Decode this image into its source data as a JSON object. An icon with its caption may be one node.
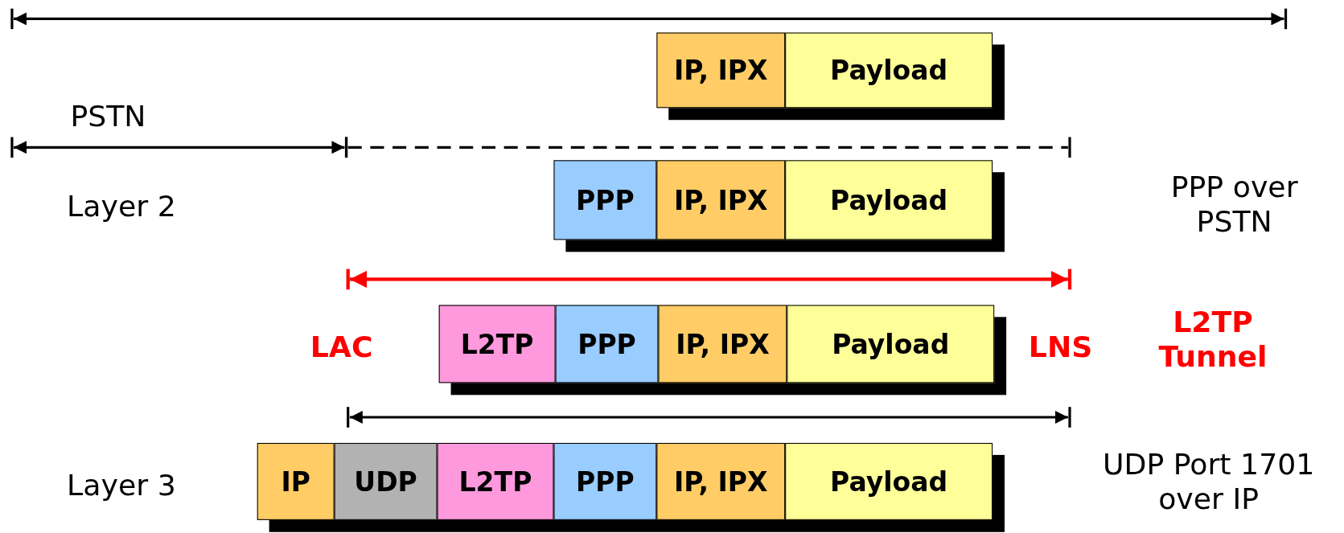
{
  "diagram": {
    "nodes": [
      {
        "text": [
          "IP, IPX"
        ]
      },
      {
        "text": [
          "Payload"
        ]
      },
      {
        "text": [
          "PPP"
        ]
      },
      {
        "text": [
          "IP, IPX"
        ]
      },
      {
        "text": [
          "Payload"
        ]
      },
      {
        "text": [
          "L2TP"
        ]
      },
      {
        "text": [
          "PPP"
        ]
      },
      {
        "text": [
          "IP, IPX"
        ]
      },
      {
        "text": [
          "Payload"
        ]
      },
      {
        "text": [
          "IP"
        ]
      },
      {
        "text": [
          "UDP"
        ]
      },
      {
        "text": [
          "L2TP"
        ]
      },
      {
        "text": [
          "PPP"
        ]
      },
      {
        "text": [
          "IP, IPX"
        ]
      },
      {
        "text": [
          "Payload"
        ]
      }
    ],
    "labels": [
      "PSTN",
      "Layer 2",
      "PPP over PSTN",
      "LAC",
      "LNS",
      "L2TP Tunnel",
      "UDP Port 1701 over IP",
      "Layer 3"
    ]
  }
}
